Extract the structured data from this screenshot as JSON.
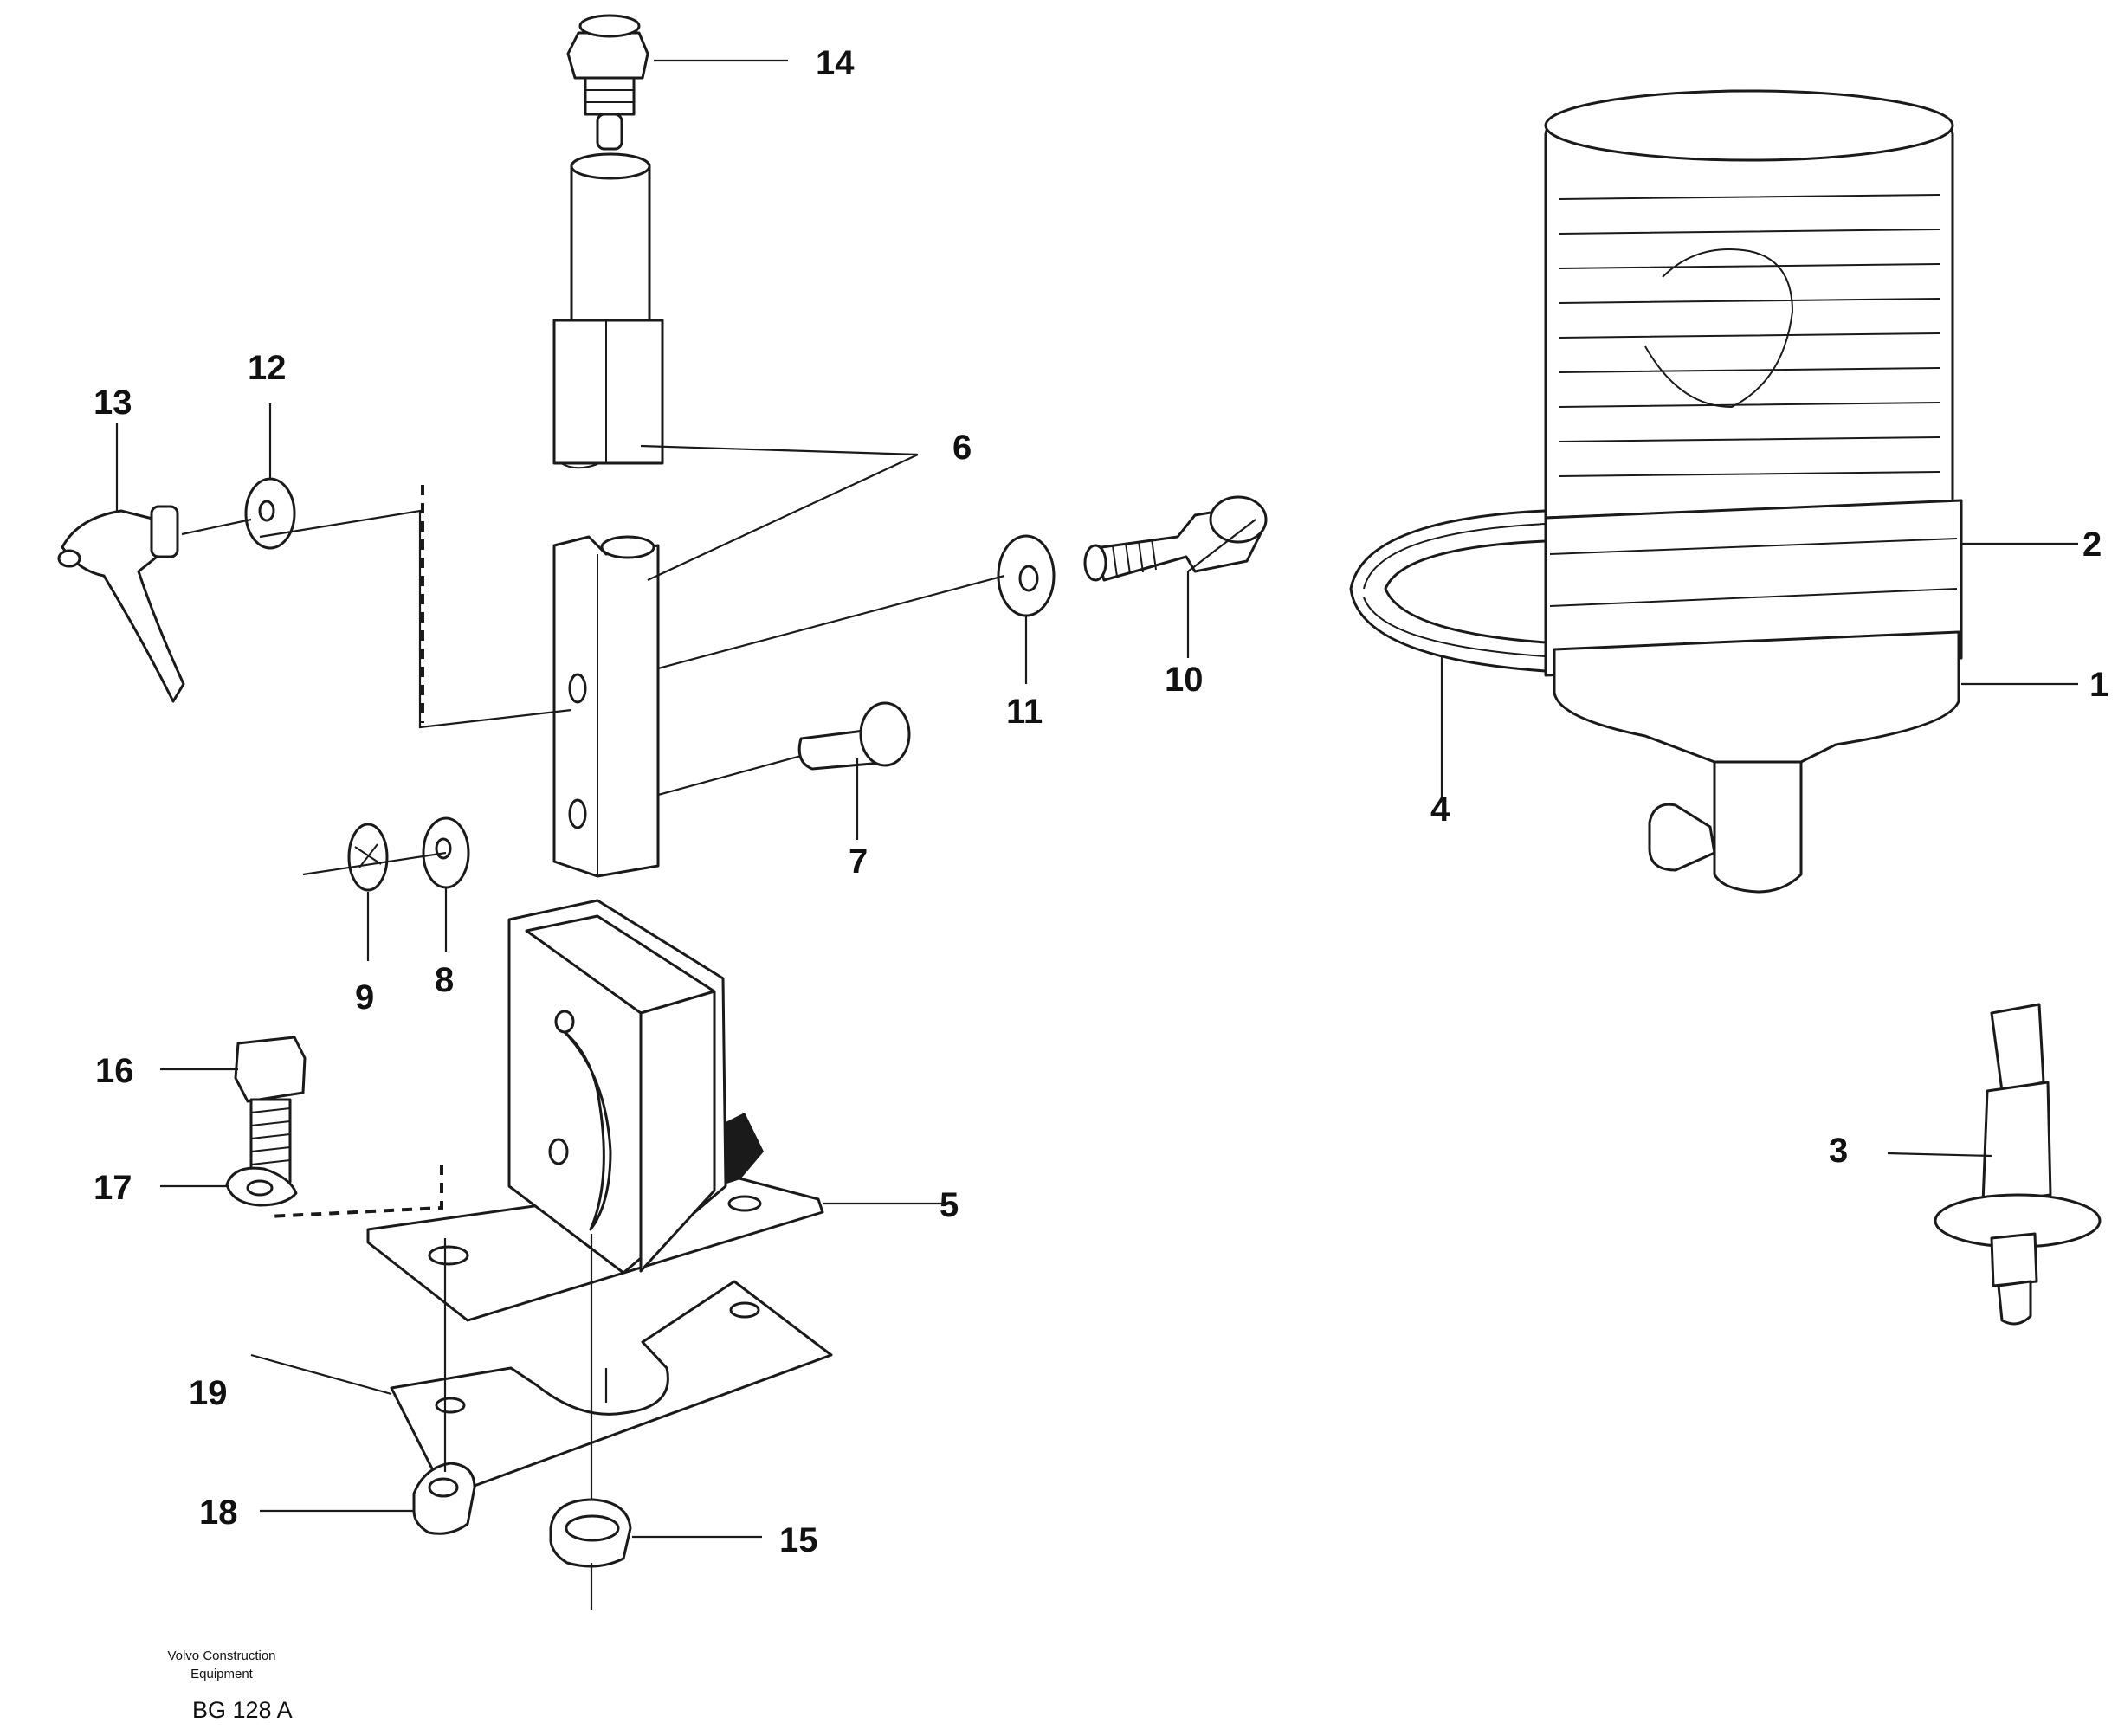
{
  "diagram": {
    "callouts": [
      "1",
      "2",
      "3",
      "4",
      "5",
      "6",
      "7",
      "8",
      "9",
      "10",
      "11",
      "12",
      "13",
      "14",
      "15",
      "16",
      "17",
      "18",
      "19"
    ],
    "footer": {
      "publisher_line1": "Volvo Construction",
      "publisher_line2": "Equipment",
      "drawing_code": "BG 128 A"
    }
  }
}
